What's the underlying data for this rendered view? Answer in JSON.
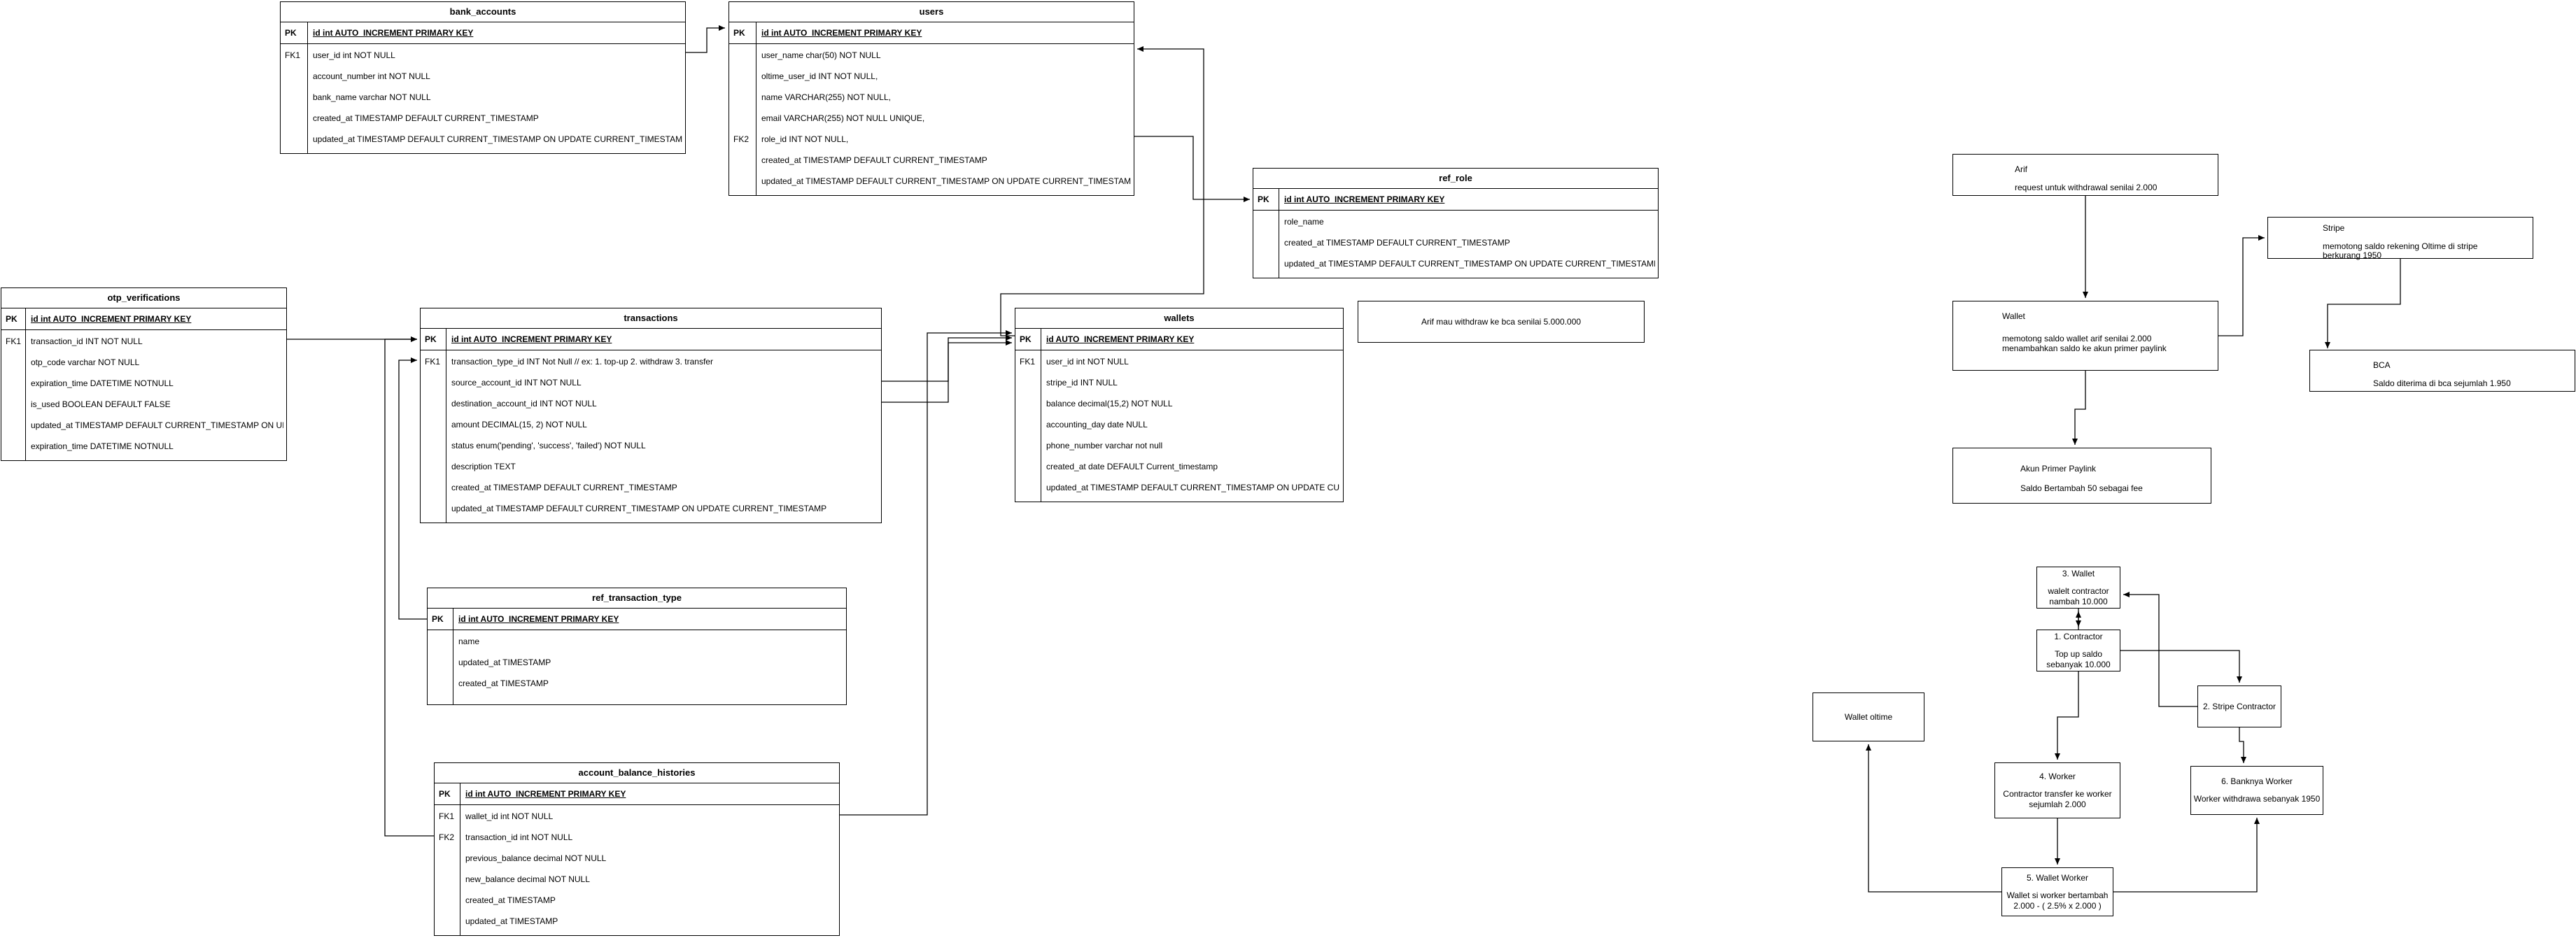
{
  "tables": [
    {
      "id": "bank_accounts",
      "title": "bank_accounts",
      "pk": {
        "key": "PK",
        "value": "id int AUTO_INCREMENT PRIMARY KEY"
      },
      "rows": [
        {
          "key": "FK1",
          "value": "user_id int NOT NULL"
        },
        {
          "key": "",
          "value": "account_number int NOT NULL"
        },
        {
          "key": "",
          "value": "bank_name varchar NOT NULL"
        },
        {
          "key": "",
          "value": "created_at TIMESTAMP DEFAULT CURRENT_TIMESTAMP"
        },
        {
          "key": "",
          "value": "updated_at TIMESTAMP DEFAULT CURRENT_TIMESTAMP ON UPDATE CURRENT_TIMESTAMP"
        }
      ]
    },
    {
      "id": "users",
      "title": "users",
      "pk": {
        "key": "PK",
        "value": "id int AUTO_INCREMENT PRIMARY KEY"
      },
      "rows": [
        {
          "key": "",
          "value": "user_name char(50) NOT NULL"
        },
        {
          "key": "",
          "value": "oltime_user_id INT NOT NULL,"
        },
        {
          "key": "",
          "value": "name VARCHAR(255) NOT NULL,"
        },
        {
          "key": "",
          "value": "email VARCHAR(255) NOT NULL UNIQUE,"
        },
        {
          "key": "FK2",
          "value": "role_id INT NOT NULL,"
        },
        {
          "key": "",
          "value": "created_at TIMESTAMP DEFAULT CURRENT_TIMESTAMP"
        },
        {
          "key": "",
          "value": "updated_at TIMESTAMP DEFAULT CURRENT_TIMESTAMP ON UPDATE CURRENT_TIMESTAMP"
        }
      ]
    },
    {
      "id": "ref_role",
      "title": "ref_role",
      "pk": {
        "key": "PK",
        "value": "id int AUTO_INCREMENT PRIMARY KEY"
      },
      "rows": [
        {
          "key": "",
          "value": "role_name"
        },
        {
          "key": "",
          "value": "created_at TIMESTAMP DEFAULT CURRENT_TIMESTAMP"
        },
        {
          "key": "",
          "value": "updated_at TIMESTAMP DEFAULT CURRENT_TIMESTAMP ON UPDATE CURRENT_TIMESTAMP"
        }
      ]
    },
    {
      "id": "otp_verifications",
      "title": "otp_verifications",
      "pk": {
        "key": "PK",
        "value": "id int AUTO_INCREMENT PRIMARY KEY"
      },
      "rows": [
        {
          "key": "FK1",
          "value": "transaction_id INT NOT NULL"
        },
        {
          "key": "",
          "value": "otp_code varchar NOT NULL"
        },
        {
          "key": "",
          "value": "expiration_time DATETIME NOTNULL"
        },
        {
          "key": "",
          "value": "is_used BOOLEAN DEFAULT FALSE"
        },
        {
          "key": "",
          "value": "updated_at TIMESTAMP DEFAULT CURRENT_TIMESTAMP ON UPDATE CURRENT_TIMESTAMP"
        },
        {
          "key": "",
          "value": "expiration_time DATETIME NOTNULL"
        }
      ]
    },
    {
      "id": "transactions",
      "title": "transactions",
      "pk": {
        "key": "PK",
        "value": "id int AUTO_INCREMENT PRIMARY KEY"
      },
      "rows": [
        {
          "key": "FK1",
          "value": "transaction_type_id INT Not Null // ex: 1. top-up 2. withdraw 3. transfer"
        },
        {
          "key": "",
          "value": "source_account_id INT NOT NULL"
        },
        {
          "key": "",
          "value": "destination_account_id INT NOT NULL"
        },
        {
          "key": "",
          "value": "amount DECIMAL(15, 2) NOT NULL"
        },
        {
          "key": "",
          "value": "status enum('pending', 'success', 'failed') NOT NULL"
        },
        {
          "key": "",
          "value": "description TEXT"
        },
        {
          "key": "",
          "value": "created_at TIMESTAMP DEFAULT CURRENT_TIMESTAMP"
        },
        {
          "key": "",
          "value": "updated_at TIMESTAMP DEFAULT CURRENT_TIMESTAMP ON UPDATE CURRENT_TIMESTAMP"
        }
      ]
    },
    {
      "id": "wallets",
      "title": "wallets",
      "pk": {
        "key": "PK",
        "value": "id AUTO_INCREMENT PRIMARY KEY"
      },
      "rows": [
        {
          "key": "FK1",
          "value": "user_id int NOT NULL"
        },
        {
          "key": "",
          "value": "stripe_id INT NULL"
        },
        {
          "key": "",
          "value": "balance decimal(15,2) NOT NULL"
        },
        {
          "key": "",
          "value": "accounting_day date NULL"
        },
        {
          "key": "",
          "value": "phone_number varchar not null"
        },
        {
          "key": "",
          "value": "created_at date DEFAULT Current_timestamp"
        },
        {
          "key": "",
          "value": "updated_at TIMESTAMP DEFAULT CURRENT_TIMESTAMP ON UPDATE CURRENT_TIMESTAMP"
        }
      ]
    },
    {
      "id": "ref_transaction_type",
      "title": "ref_transaction_type",
      "pk": {
        "key": "PK",
        "value": "id int AUTO_INCREMENT PRIMARY KEY"
      },
      "rows": [
        {
          "key": "",
          "value": "name"
        },
        {
          "key": "",
          "value": "updated_at TIMESTAMP"
        },
        {
          "key": "",
          "value": "created_at TIMESTAMP"
        }
      ]
    },
    {
      "id": "account_balance_histories",
      "title": "account_balance_histories",
      "pk": {
        "key": "PK",
        "value": "id int AUTO_INCREMENT PRIMARY KEY"
      },
      "rows": [
        {
          "key": "FK1",
          "value": "wallet_id int NOT NULL"
        },
        {
          "key": "FK2",
          "value": "transaction_id int NOT NULL"
        },
        {
          "key": "",
          "value": "previous_balance decimal NOT NULL"
        },
        {
          "key": "",
          "value": "new_balance decimal NOT NULL"
        },
        {
          "key": "",
          "value": "created_at TIMESTAMP"
        },
        {
          "key": "",
          "value": "updated_at TIMESTAMP"
        }
      ]
    }
  ],
  "notes": [
    {
      "id": "arif",
      "lines": [
        "Arif",
        "request untuk withdrawal senilai 2.000"
      ]
    },
    {
      "id": "stripe",
      "lines": [
        "Stripe",
        "memotong saldo rekening Oltime di stripe",
        "berkurang 1950"
      ]
    },
    {
      "id": "wallet",
      "lines": [
        "Wallet",
        "memotong saldo wallet arif senilai 2.000",
        "menambahkan saldo ke akun primer paylink"
      ]
    },
    {
      "id": "bca",
      "lines": [
        "BCA",
        "Saldo diterima di bca sejumlah 1.950"
      ]
    },
    {
      "id": "akun_primer",
      "lines": [
        "Akun Primer Paylink",
        "Saldo Bertambah 50 sebagai fee"
      ]
    },
    {
      "id": "arif_withdraw",
      "lines": [
        "Arif mau withdraw ke bca senilai 5.000.000"
      ]
    },
    {
      "id": "n3_wallet",
      "lines": [
        "3. Wallet",
        "walelt contractor",
        "nambah 10.000"
      ]
    },
    {
      "id": "n1_contractor",
      "lines": [
        "1. Contractor",
        "Top up saldo",
        "sebanyak 10.000"
      ]
    },
    {
      "id": "n2_stripe",
      "lines": [
        "2. Stripe Contractor"
      ]
    },
    {
      "id": "wallet_oltime",
      "lines": [
        "Wallet oltime"
      ]
    },
    {
      "id": "n4_worker",
      "lines": [
        "4. Worker",
        "Contractor transfer ke worker",
        "sejumlah 2.000"
      ]
    },
    {
      "id": "n6_bank",
      "lines": [
        "6. Banknya Worker",
        "Worker withdrawa sebanyak 1950"
      ]
    },
    {
      "id": "n5_wallet_worker",
      "lines": [
        "5. Wallet Worker",
        "Wallet si worker bertambah",
        "2.000 - ( 2.5% x 2.000 )"
      ]
    }
  ],
  "colors": {
    "line": "#000000",
    "background": "#ffffff"
  }
}
